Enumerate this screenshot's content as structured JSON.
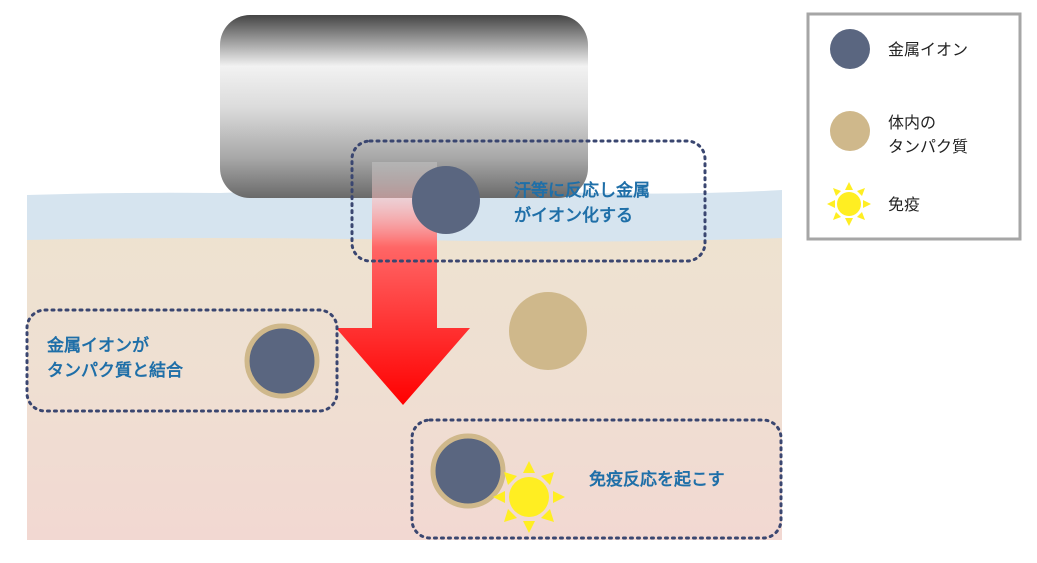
{
  "diagram": {
    "labels": {
      "step1_line1": "汗等に反応し金属",
      "step1_line2": "がイオン化する",
      "step2_line1": "金属イオンが",
      "step2_line2": "タンパク質と結合",
      "step3": "免疫反応を起こす"
    },
    "legend": {
      "metal_ion": "金属イオン",
      "protein_line1": "体内の",
      "protein_line2": "タンパク質",
      "immunity": "免疫"
    },
    "colors": {
      "metal_ion": "#5a6680",
      "protein": "#cfb88b",
      "sun": "#ffee22",
      "label_text": "#1f6fa8",
      "sweat_layer": "#d6e4ef",
      "skin_layer": "#ede3d0",
      "inflamed_layer": "#f2d8d2",
      "arrow": "#ff1a1a",
      "dotted_border": "#3a4670"
    },
    "icons": [
      "metal-pendant-icon",
      "metal-ion-icon",
      "protein-icon",
      "sun-icon",
      "down-arrow-icon"
    ]
  }
}
